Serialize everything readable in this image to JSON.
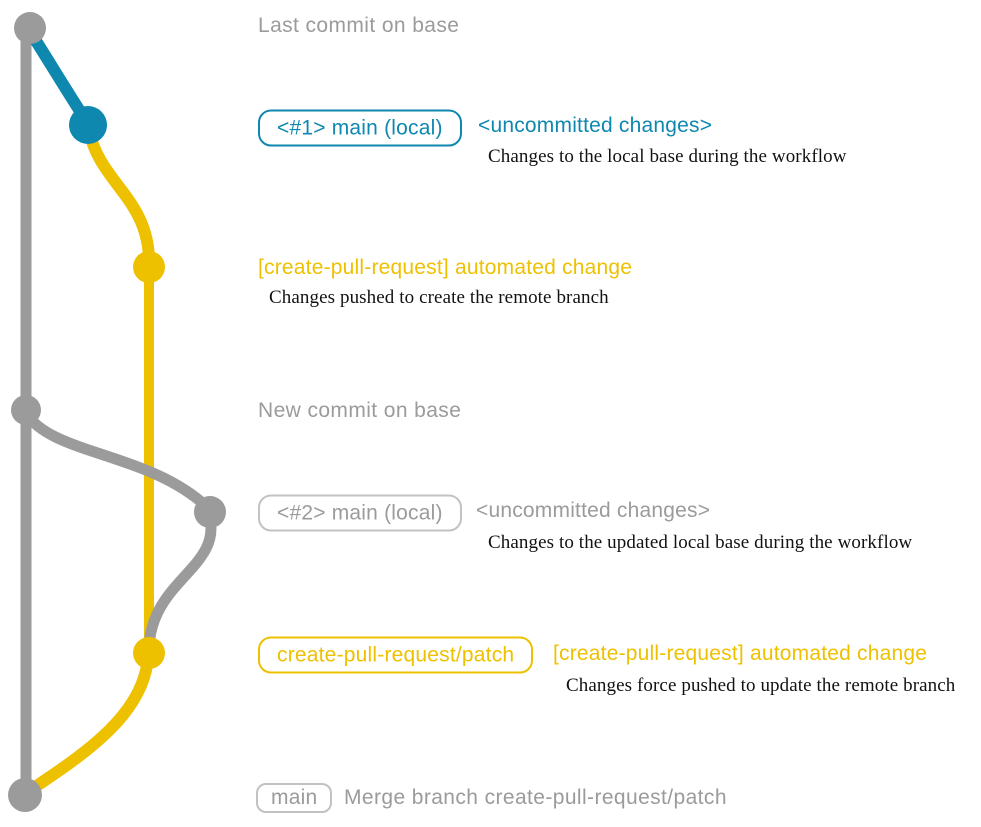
{
  "colors": {
    "base_gray": "#9b9b9b",
    "local_blue": "#0f88b0",
    "remote_yellow": "#eec100",
    "badge_gray_border": "#c2c2c2",
    "detail_text": "#121212"
  },
  "graph": {
    "type": "git-branch-diagram",
    "node_sequence_colors": [
      "gray",
      "blue",
      "yellow",
      "gray",
      "gray",
      "yellow",
      "gray"
    ],
    "branch_colors": {
      "gray": "#9b9b9b",
      "blue": "#0f88b0",
      "yellow": "#eec100"
    }
  },
  "rows": {
    "last_commit": {
      "label": "Last commit on base"
    },
    "local1": {
      "badge": "<#1> main (local)",
      "headline": "<uncommitted changes>",
      "detail": "Changes to the local base during the workflow"
    },
    "push1": {
      "headline": "[create-pull-request] automated change",
      "detail": "Changes pushed to create the remote branch"
    },
    "new_commit": {
      "label": "New commit on base"
    },
    "local2": {
      "badge": "<#2> main (local)",
      "headline": "<uncommitted changes>",
      "detail": "Changes to the updated local base during the workflow"
    },
    "push2": {
      "badge": "create-pull-request/patch",
      "headline": "[create-pull-request] automated change",
      "detail": "Changes force pushed to update the remote branch"
    },
    "merge": {
      "badge": "main",
      "label": "Merge branch create-pull-request/patch"
    }
  }
}
